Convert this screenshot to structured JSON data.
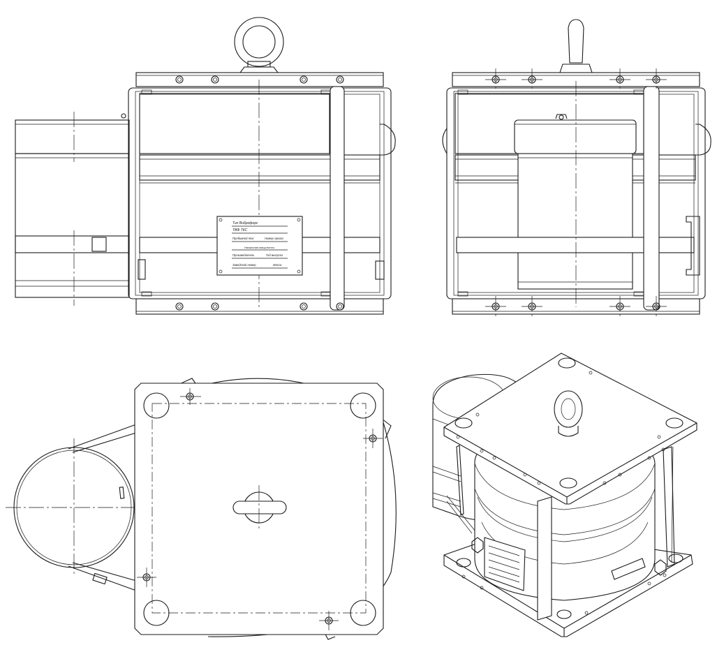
{
  "drawing": {
    "views": [
      "front-view",
      "side-view",
      "top-view",
      "isometric-view"
    ],
    "nameplate": {
      "row1": "Тип Виброфорс",
      "row2": "ТВФ ТКС",
      "row3_left": "Пробивной ток",
      "row3_right": "Номер заказа",
      "row4_top": "Начальная мощьность",
      "row4_left": "Производитель",
      "row4_right": "Год выпуска",
      "row5_left": "Заводской номер",
      "row5_right": "Масса"
    },
    "stroke_color": "#1a1a1a",
    "background_color": "#ffffff"
  }
}
